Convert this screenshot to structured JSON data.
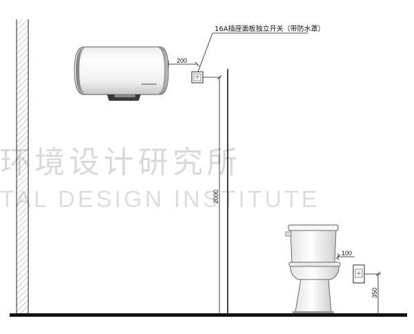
{
  "annotation": {
    "socket_note": "16A插座面板独立开关（带防水罩）"
  },
  "dimensions": {
    "heater_to_socket": "200",
    "socket_height": "2000",
    "toilet_to_socket": "100",
    "low_socket_height": "350"
  },
  "watermark": {
    "line_cn": "环境设计研究所",
    "line_en": "TAL DESIGN INSTITUTE"
  },
  "icons": {
    "water_heater": "water-heater-icon",
    "socket": "waterproof-socket-icon",
    "toilet": "toilet-icon"
  }
}
